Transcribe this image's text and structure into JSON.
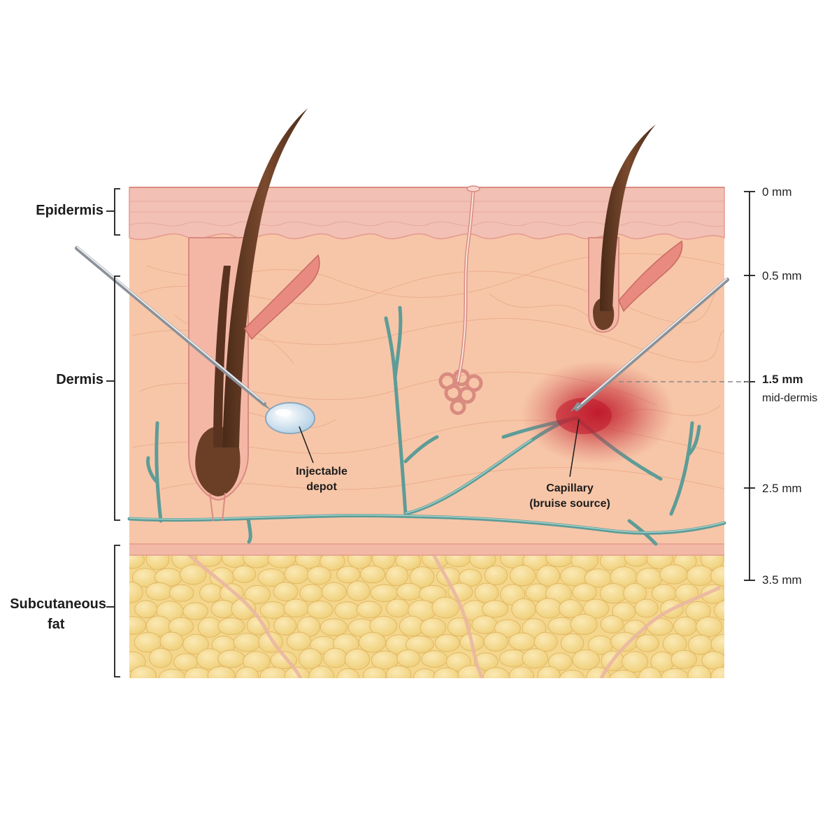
{
  "layers": {
    "epidermis": "Epidermis",
    "dermis": "Dermis",
    "fat_line1": "Subcutaneous",
    "fat_line2": "fat"
  },
  "depth_scale": {
    "ticks": [
      "0 mm",
      "0.5 mm",
      "1.5 mm",
      "2.5 mm",
      "3.5 mm"
    ],
    "highlight_note": "mid-dermis"
  },
  "callouts": {
    "depot_line1": "Injectable",
    "depot_line2": "depot",
    "capillary_line1": "Capillary",
    "capillary_line2": "(bruise source)"
  },
  "colors": {
    "epidermis": "#f2c0b4",
    "dermis": "#f7c6a8",
    "fat": "#f4d78c",
    "vessel": "#6aaea8",
    "hair": "#6b3f26",
    "bruise": "#c0182a",
    "depot": "#cfe2ef"
  }
}
